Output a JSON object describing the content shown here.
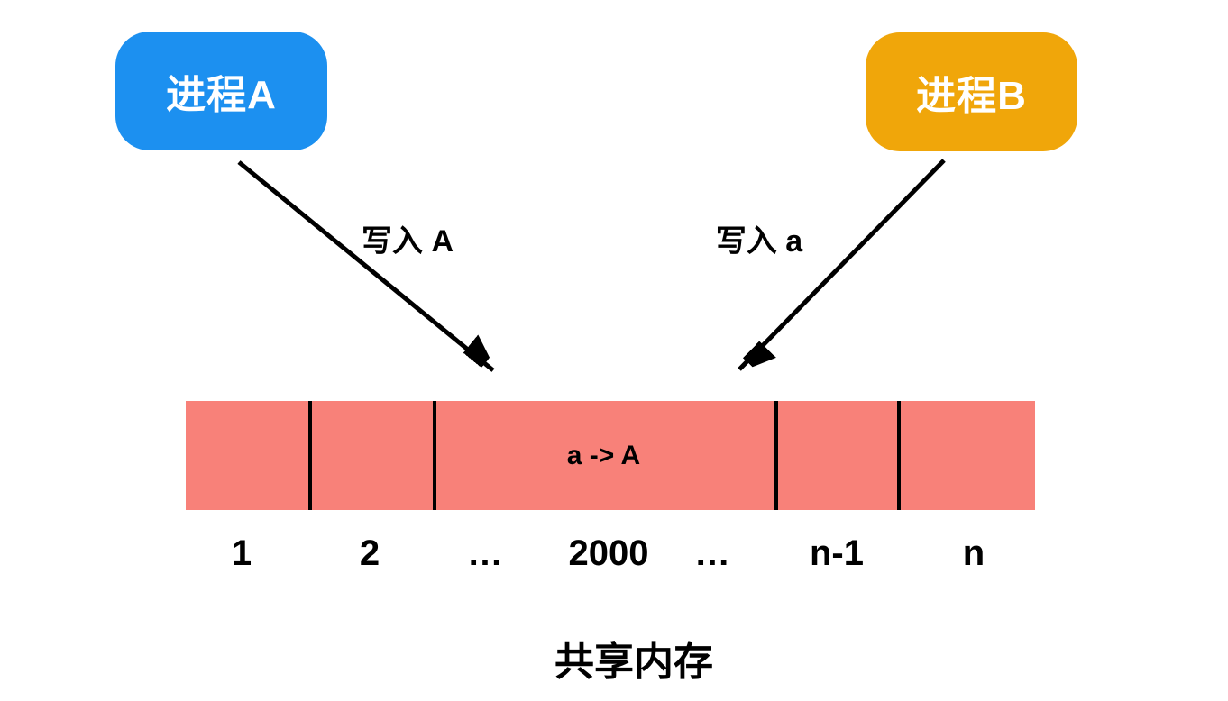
{
  "diagram": {
    "title": "共享内存",
    "process_a": {
      "label": "进程A"
    },
    "process_b": {
      "label": "进程B"
    },
    "arrow_a": {
      "label": "写入 A"
    },
    "arrow_b": {
      "label": "写入 a"
    },
    "memory": {
      "cell_text": "a -> A",
      "labels": [
        {
          "text": "1"
        },
        {
          "text": "2"
        },
        {
          "text": "…"
        },
        {
          "text": "2000"
        },
        {
          "text": "…"
        },
        {
          "text": "n-1"
        },
        {
          "text": "n"
        }
      ]
    },
    "colors": {
      "process_a": "#1c90f0",
      "process_b": "#f0a60a",
      "memory": "#f88179",
      "arrow": "#000000",
      "box_text": "#ffffff"
    }
  }
}
